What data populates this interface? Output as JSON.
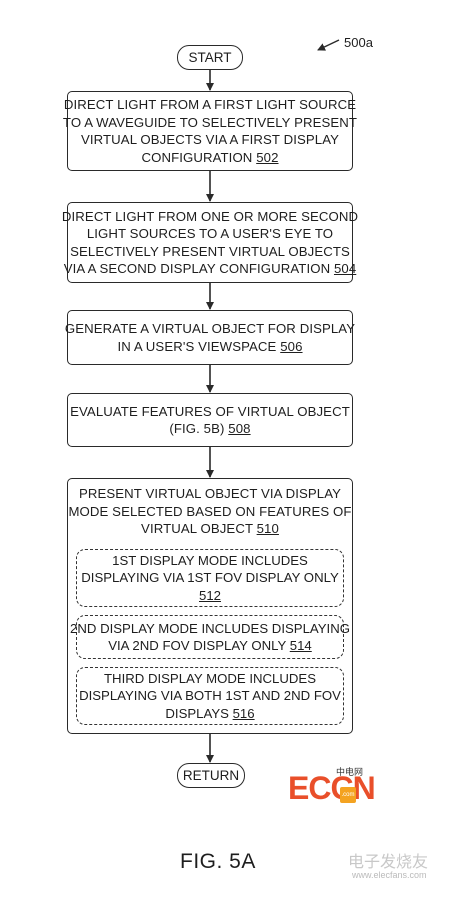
{
  "figure_ref": "500a",
  "start_label": "START",
  "return_label": "RETURN",
  "figure_caption": "FIG. 5A",
  "steps": [
    {
      "lines": [
        "DIRECT LIGHT FROM A FIRST LIGHT SOURCE",
        "TO A WAVEGUIDE TO SELECTIVELY PRESENT",
        "VIRTUAL OBJECTS VIA A FIRST DISPLAY"
      ],
      "last": "CONFIGURATION",
      "ref": "502"
    },
    {
      "lines": [
        "DIRECT LIGHT FROM ONE OR MORE SECOND",
        "LIGHT SOURCES TO A USER'S EYE TO",
        "SELECTIVELY PRESENT VIRTUAL OBJECTS"
      ],
      "last": "VIA A SECOND DISPLAY CONFIGURATION",
      "ref": "504"
    },
    {
      "lines": [
        "GENERATE A VIRTUAL OBJECT FOR DISPLAY"
      ],
      "last": "IN A USER'S VIEWSPACE",
      "ref": "506"
    },
    {
      "lines": [
        "EVALUATE FEATURES OF VIRTUAL OBJECT"
      ],
      "last": "(FIG. 5B)",
      "ref": "508"
    },
    {
      "lines": [
        "PRESENT VIRTUAL OBJECT VIA DISPLAY",
        "MODE SELECTED BASED ON FEATURES OF"
      ],
      "last": "VIRTUAL OBJECT",
      "ref": "510"
    }
  ],
  "modes": [
    {
      "lines": [
        "1ST DISPLAY MODE INCLUDES",
        "DISPLAYING VIA 1ST FOV DISPLAY ONLY"
      ],
      "last": "",
      "ref": "512"
    },
    {
      "lines": [
        "2ND DISPLAY MODE INCLUDES DISPLAYING"
      ],
      "last": "VIA 2ND FOV DISPLAY ONLY",
      "ref": "514"
    },
    {
      "lines": [
        "THIRD DISPLAY MODE INCLUDES",
        "DISPLAYING VIA BOTH 1ST AND 2ND FOV"
      ],
      "last": "DISPLAYS",
      "ref": "516"
    }
  ],
  "watermark": {
    "logo_text": "ECCN",
    "logo_sub": "中电网",
    "logo_com": ".com",
    "text": "电子发烧友",
    "url": "www.elecfans.com"
  }
}
